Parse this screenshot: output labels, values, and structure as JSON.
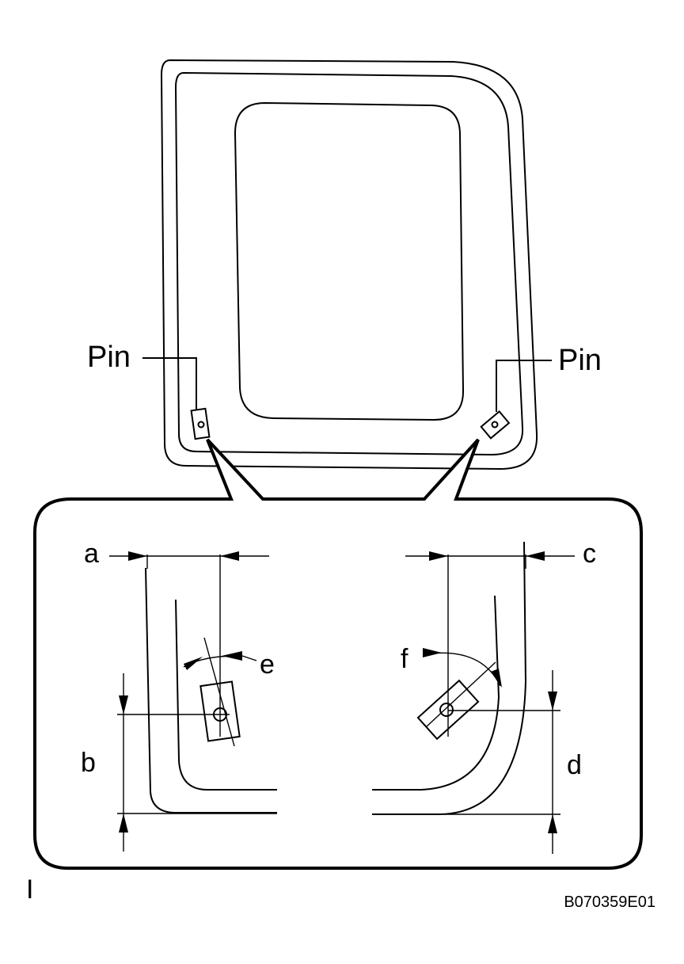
{
  "labels": {
    "pin_left": "Pin",
    "pin_right": "Pin",
    "a": "a",
    "b": "b",
    "c": "c",
    "d": "d",
    "e": "e",
    "f": "f",
    "corner_mark": "I",
    "figure_code": "B070359E01"
  }
}
